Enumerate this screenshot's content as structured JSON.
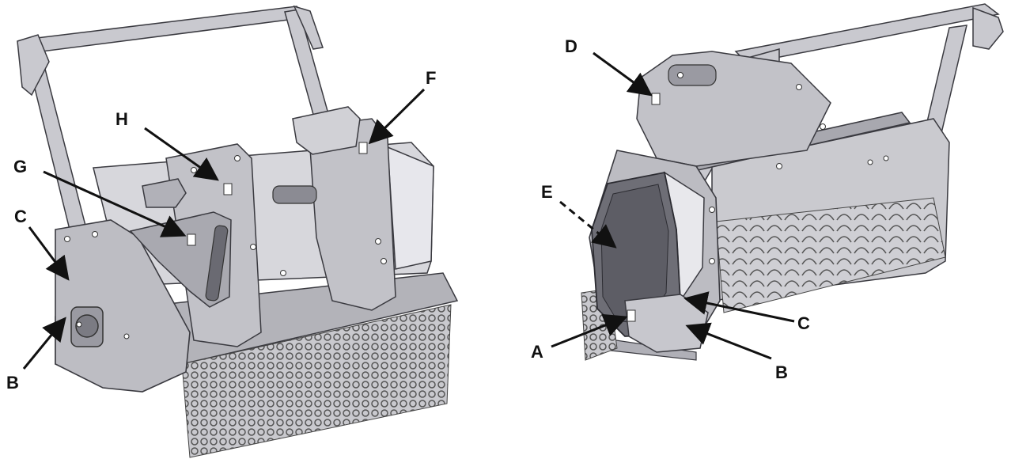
{
  "left_view": {
    "callouts": [
      {
        "id": "H",
        "label": "H"
      },
      {
        "id": "F",
        "label": "F"
      },
      {
        "id": "G",
        "label": "G"
      },
      {
        "id": "C",
        "label": "C"
      },
      {
        "id": "B",
        "label": "B"
      }
    ]
  },
  "right_view": {
    "callouts": [
      {
        "id": "D",
        "label": "D"
      },
      {
        "id": "E",
        "label": "E"
      },
      {
        "id": "A",
        "label": "A"
      },
      {
        "id": "C",
        "label": "C"
      },
      {
        "id": "B",
        "label": "B"
      }
    ]
  },
  "colors": {
    "body": "#b9b9bf",
    "body_dark": "#8e8e96",
    "body_light": "#d8d8dd",
    "panel_dark": "#6f6f77",
    "outline": "#3a3a40",
    "arrow": "#111111"
  }
}
